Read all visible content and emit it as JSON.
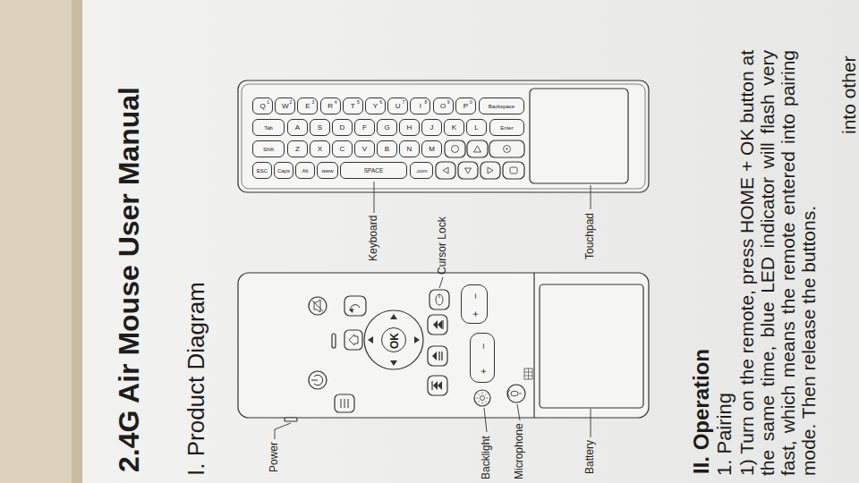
{
  "diagram": {
    "title": "2.4G Air Mouse User Manual",
    "nodes": [
      {
        "text": [
          "OK"
        ]
      },
      {
        "text": [
          "+",
          "−"
        ]
      },
      {
        "text": [
          "+",
          "−"
        ]
      },
      {
        "text": [
          "Q",
          "1"
        ]
      },
      {
        "text": [
          "W",
          "2"
        ]
      },
      {
        "text": [
          "E",
          "3"
        ]
      },
      {
        "text": [
          "R",
          "4"
        ]
      },
      {
        "text": [
          "T",
          "5"
        ]
      },
      {
        "text": [
          "Y",
          "6"
        ]
      },
      {
        "text": [
          "U",
          "7"
        ]
      },
      {
        "text": [
          "I",
          "8"
        ]
      },
      {
        "text": [
          "O",
          "9"
        ]
      },
      {
        "text": [
          "P",
          "0"
        ]
      },
      {
        "text": [
          "Backspace"
        ]
      },
      {
        "text": [
          "Tab"
        ]
      },
      {
        "text": [
          "A"
        ]
      },
      {
        "text": [
          "S"
        ]
      },
      {
        "text": [
          "D"
        ]
      },
      {
        "text": [
          "F"
        ]
      },
      {
        "text": [
          "G"
        ]
      },
      {
        "text": [
          "H"
        ]
      },
      {
        "text": [
          "J"
        ]
      },
      {
        "text": [
          "K"
        ]
      },
      {
        "text": [
          "L"
        ]
      },
      {
        "text": [
          "Enter"
        ]
      },
      {
        "text": [
          "Shift"
        ]
      },
      {
        "text": [
          "Z"
        ]
      },
      {
        "text": [
          "X"
        ]
      },
      {
        "text": [
          "C"
        ]
      },
      {
        "text": [
          "V"
        ]
      },
      {
        "text": [
          "B"
        ]
      },
      {
        "text": [
          "N"
        ]
      },
      {
        "text": [
          "M"
        ]
      },
      {
        "text": [
          "ESC"
        ]
      },
      {
        "text": [
          "Caps"
        ]
      },
      {
        "text": [
          "Alt"
        ]
      },
      {
        "text": [
          "www"
        ]
      },
      {
        "text": [
          "SPACE"
        ]
      },
      {
        "text": [
          ".com"
        ]
      }
    ],
    "labels": [
      "I. Product Diagram",
      "Power",
      "Keyboard",
      "Cursor Lock",
      "Touchpad",
      "Backlight",
      "Microphone",
      "Battery",
      "II. Operation",
      "1. Pairing",
      "1) Turn on the remote, press HOME + OK button at the same time, blue LED indicator will flash very fast, which means the remote entered into pairing mode. Then release the buttons.",
      "into other"
    ]
  }
}
